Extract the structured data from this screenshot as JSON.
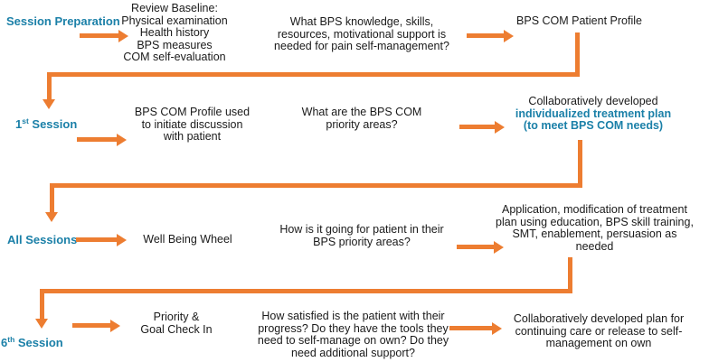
{
  "colors": {
    "arrow_orange": "#ED7D31",
    "stage_teal": "#1B80A8",
    "body_text": "#1A1A1A"
  },
  "flow": {
    "row1": {
      "label": "Session Preparation",
      "baseline": "Review Baseline:\nPhysical examination\nHealth history\nBPS measures\nCOM self-evaluation",
      "question": "What BPS knowledge, skills,\nresources, motivational support is\nneeded for pain self-management?",
      "outcome": "BPS COM Patient Profile"
    },
    "row2": {
      "label_num": "1",
      "label_sup": "st",
      "label_rest": " Session",
      "tool": "BPS COM Profile used\nto initiate discussion\nwith patient",
      "question": "What are the BPS COM\npriority areas?",
      "outcome_intro": "Collaboratively developed",
      "outcome_highlight": "individualized treatment plan\n(to meet BPS COM needs)"
    },
    "row3": {
      "label": "All Sessions",
      "tool": "Well Being Wheel",
      "question": "How is it going for patient in their\nBPS priority areas?",
      "outcome": "Application, modification of treatment\nplan using education, BPS skill training,\nSMT, enablement, persuasion as\nneeded"
    },
    "row4": {
      "label_num": "6",
      "label_sup": "th",
      "label_rest": " Session",
      "tool": "Priority &\nGoal Check In",
      "question": "How satisfied is the patient with their\nprogress? Do they have the tools they\nneed to self-manage on own? Do they\nneed additional support?",
      "outcome": "Collaboratively developed plan for\ncontinuing care or release to self-\nmanagement on own"
    }
  }
}
